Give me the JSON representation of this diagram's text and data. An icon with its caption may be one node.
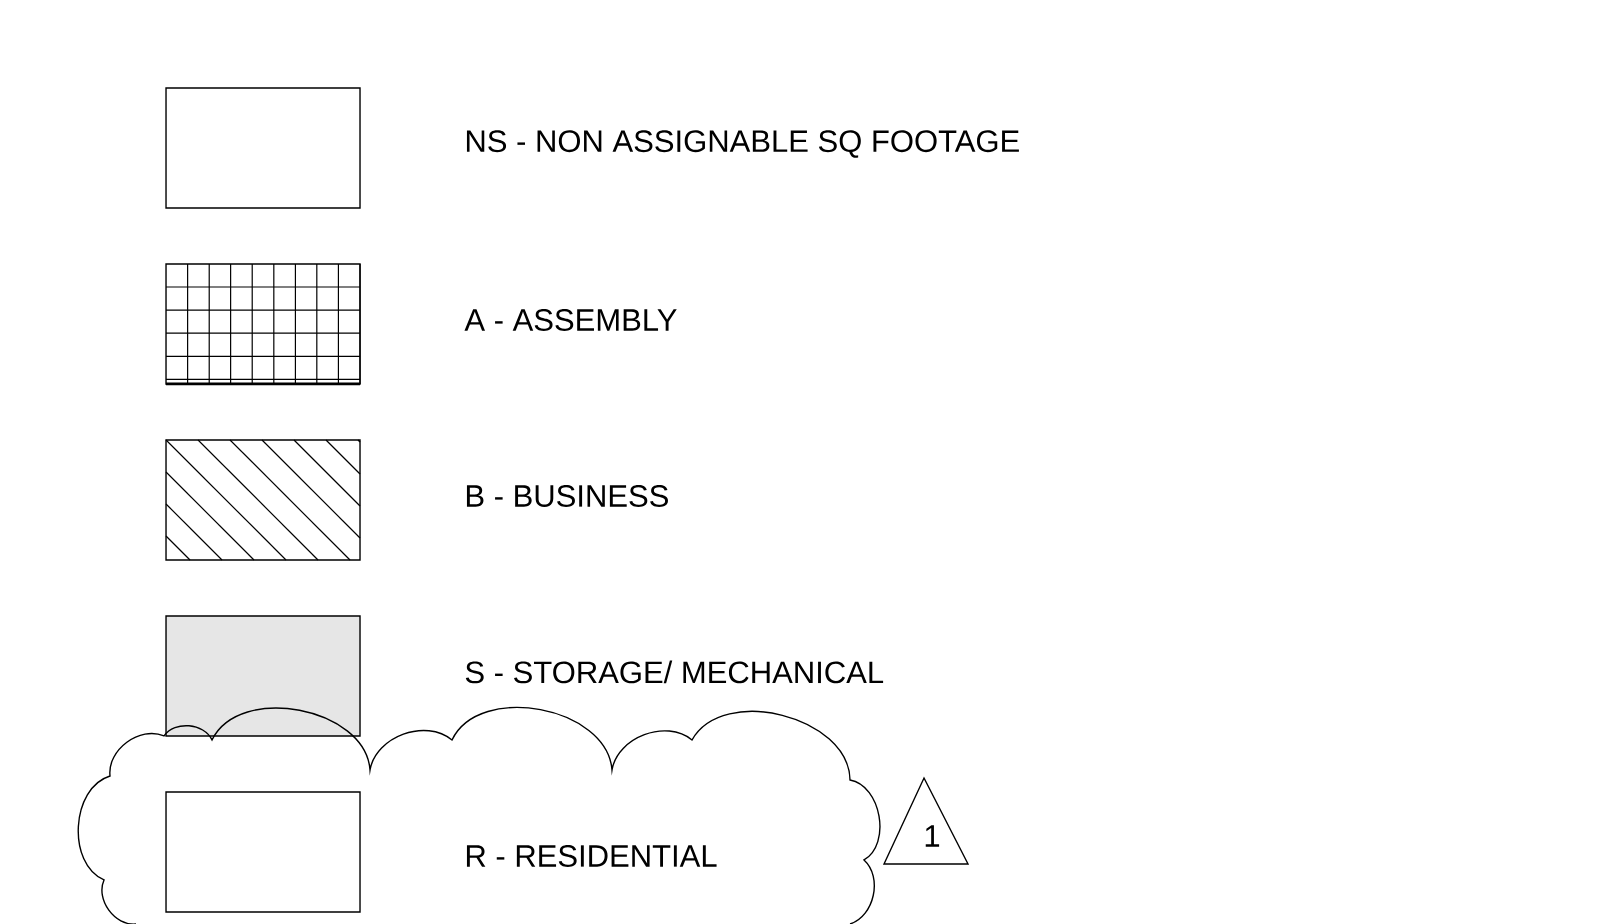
{
  "diagram": {
    "nodes": [
      {
        "text": [
          "1"
        ]
      }
    ],
    "edges": [],
    "legend": [
      {
        "text": "NS - NON ASSIGNABLE SQ FOOTAGE"
      },
      {
        "text": "A - ASSEMBLY"
      },
      {
        "text": "B - BUSINESS"
      },
      {
        "text": "S - STORAGE/ MECHANICAL",
        "color": "#e6e6e6"
      },
      {
        "text": "R - RESIDENTIAL"
      }
    ]
  }
}
